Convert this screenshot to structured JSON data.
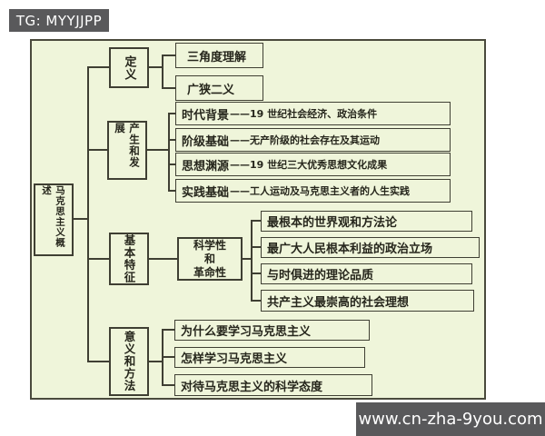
{
  "badge": {
    "label": "TG: MYYJJPP"
  },
  "watermark": {
    "label": "www.cn-zha-9you.com"
  },
  "colors": {
    "canvas_bg": "#eff5da",
    "line": "#3f3f33",
    "badge_bg": "#59595b",
    "badge_text": "#ffffff",
    "text": "#26261c",
    "page_bg": "#ffffff"
  },
  "diagram": {
    "root": {
      "label": "马克思主义概述"
    },
    "branches": [
      {
        "label": "定义",
        "children": [
          {
            "label": "三角度理解"
          },
          {
            "label": "广狭二义"
          }
        ]
      },
      {
        "label": "产生和发展",
        "children": [
          {
            "label": "时代背景",
            "detail": "——19 世纪社会经济、政治条件"
          },
          {
            "label": "阶级基础",
            "detail": "——无产阶级的社会存在及其运动"
          },
          {
            "label": "思想渊源",
            "detail": "——19 世纪三大优秀思想文化成果"
          },
          {
            "label": "实践基础",
            "detail": "——工人运动及马克思主义者的人生实践"
          }
        ]
      },
      {
        "label": "基本特征",
        "mid": {
          "lines": [
            "科学性",
            "和",
            "革命性"
          ]
        },
        "children": [
          {
            "label": "最根本的世界观和方法论"
          },
          {
            "label": "最广大人民根本利益的政治立场"
          },
          {
            "label": "与时俱进的理论品质"
          },
          {
            "label": "共产主义最崇高的社会理想"
          }
        ]
      },
      {
        "label": "意义和方法",
        "children": [
          {
            "label": "为什么要学习马克思主义"
          },
          {
            "label": "怎样学习马克思主义"
          },
          {
            "label": "对待马克思主义的科学态度"
          }
        ]
      }
    ]
  }
}
